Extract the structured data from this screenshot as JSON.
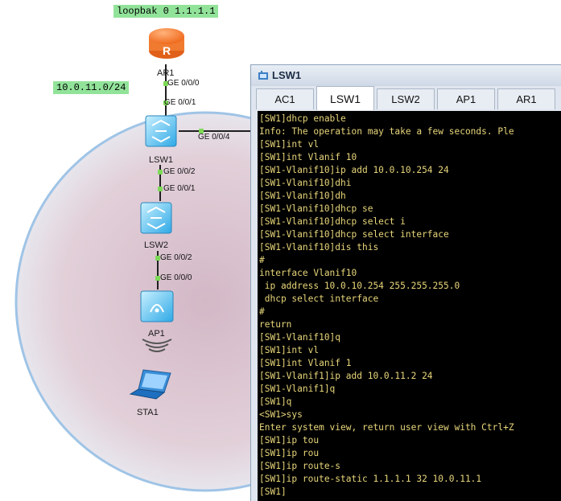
{
  "topology": {
    "loopback_label": "loopbak 0 1.1.1.1",
    "subnet_label": "10.0.11.0/24",
    "devices": {
      "ar1": "AR1",
      "lsw1": "LSW1",
      "lsw2": "LSW2",
      "ap1": "AP1",
      "sta1": "STA1"
    },
    "router_glyph": "R",
    "ports": {
      "ar1_down": "GE 0/0/0",
      "lsw1_up": "GE 0/0/1",
      "lsw1_right": "GE 0/0/4",
      "lsw1_down": "GE 0/0/2",
      "lsw2_up": "GE 0/0/1",
      "lsw2_down": "GE 0/0/2",
      "ap1_up": "GE 0/0/0"
    },
    "colors": {
      "label_bg": "#92e39a",
      "area_fill": "#e4d3dc",
      "link": "#1f1f1f",
      "port_dot": "#7ed957"
    }
  },
  "console": {
    "title": "LSW1",
    "tabs": [
      "AC1",
      "LSW1",
      "LSW2",
      "AP1",
      "AR1"
    ],
    "active_tab": "LSW1",
    "text_color": "#e8d67a",
    "background": "#000000",
    "lines": [
      "[SW1]dhcp enable",
      "Info: The operation may take a few seconds. Ple",
      "[SW1]int vl",
      "[SW1]int Vlanif 10",
      "[SW1-Vlanif10]ip add 10.0.10.254 24",
      "[SW1-Vlanif10]dhi",
      "[SW1-Vlanif10]dh",
      "[SW1-Vlanif10]dhcp se",
      "[SW1-Vlanif10]dhcp select i",
      "[SW1-Vlanif10]dhcp select interface",
      "[SW1-Vlanif10]dis this",
      "#",
      "interface Vlanif10",
      " ip address 10.0.10.254 255.255.255.0",
      " dhcp select interface",
      "#",
      "return",
      "[SW1-Vlanif10]q",
      "[SW1]int vl",
      "[SW1]int Vlanif 1",
      "[SW1-Vlanif1]ip add 10.0.11.2 24",
      "[SW1-Vlanif1]q",
      "[SW1]q",
      "<SW1>sys",
      "Enter system view, return user view with Ctrl+Z",
      "[SW1]ip tou",
      "[SW1]ip rou",
      "[SW1]ip route-s",
      "[SW1]ip route-static 1.1.1.1 32 10.0.11.1",
      "[SW1]"
    ]
  }
}
